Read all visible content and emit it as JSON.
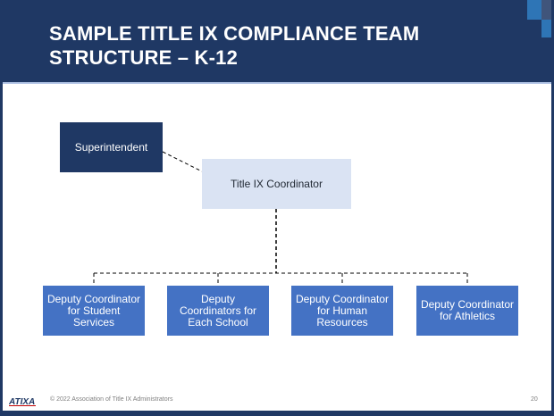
{
  "slide": {
    "title_line1": "SAMPLE TITLE IX COMPLIANCE TEAM",
    "title_line2": "STRUCTURE – K-12"
  },
  "org_chart": {
    "superintendent": "Superintendent",
    "coordinator": "Title IX Coordinator",
    "deputies": [
      {
        "label": "Deputy Coordinator for Student Services"
      },
      {
        "label": "Deputy Coordinators for Each School"
      },
      {
        "label": "Deputy Coordinator for Human Resources"
      },
      {
        "label": "Deputy Coordinator for Athletics"
      }
    ]
  },
  "footer": {
    "logo_text": "ATIXA",
    "copyright": "© 2022 Association of Title IX Administrators",
    "page_number": "20"
  },
  "colors": {
    "header": "#1f3864",
    "accent": "#2e75b6",
    "deputy_box": "#4472c4",
    "coordinator_box": "#dae3f3"
  }
}
